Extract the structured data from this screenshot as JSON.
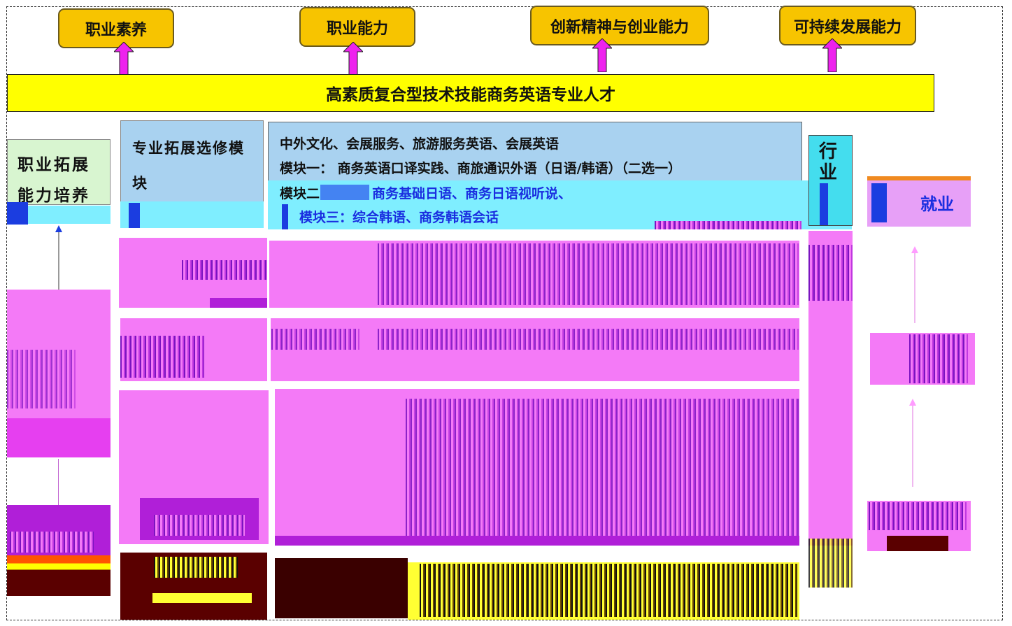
{
  "top_goals": [
    "职业素养",
    "职业能力",
    "创新精神与创业能力",
    "可持续发展能力"
  ],
  "banner": "高素质复合型技术技能商务英语专业人才",
  "left_box": "职业拓展能力培养",
  "elective_box": "专业拓展选修模块",
  "modules": {
    "line1": "中外文化、会展服务、旅游服务英语、会展英语",
    "line2": "模块一：  商务英语口译实践、商旅通识外语（日语/韩语）（二选一）",
    "line3_prefix": "模块二",
    "line3_rest": "商务基础日语、商务日语视听说、",
    "line4": "模块三：综合韩语、商务韩语会话"
  },
  "industry_box": "行业",
  "employment_box": "就业",
  "colors": {
    "goal_box": "#f7c400",
    "banner": "#ffff00",
    "arrow": "#ee22ee",
    "module_blue_text": "#1a2ee0",
    "panel_magenta": "#f47af7"
  }
}
